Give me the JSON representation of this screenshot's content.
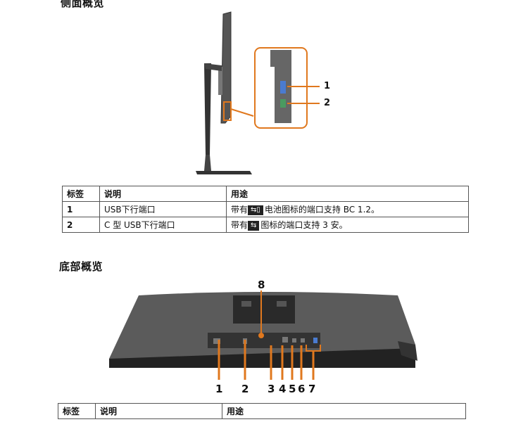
{
  "side_view": {
    "title": "侧面概览",
    "callouts": [
      "1",
      "2"
    ],
    "table": {
      "headers": [
        "标签",
        "说明",
        "用途"
      ],
      "rows": [
        {
          "label": "1",
          "desc": "USB下行端口",
          "icon": "usb-battery-icon",
          "use_prefix": "带有",
          "use_suffix": "电池图标的端口支持 BC 1.2。"
        },
        {
          "label": "2",
          "desc": "C 型 USB下行端口",
          "icon": "usb-icon",
          "use_prefix": "带有",
          "use_suffix": "图标的端口支持 3 安。"
        }
      ]
    }
  },
  "bottom_view": {
    "title": "底部概览",
    "top_callout": "8",
    "callouts": [
      "1",
      "2",
      "3",
      "4",
      "5",
      "6",
      "7"
    ],
    "table_headers": [
      "标签",
      "说明",
      "用途"
    ]
  },
  "colors": {
    "callout": "#e0781e"
  }
}
